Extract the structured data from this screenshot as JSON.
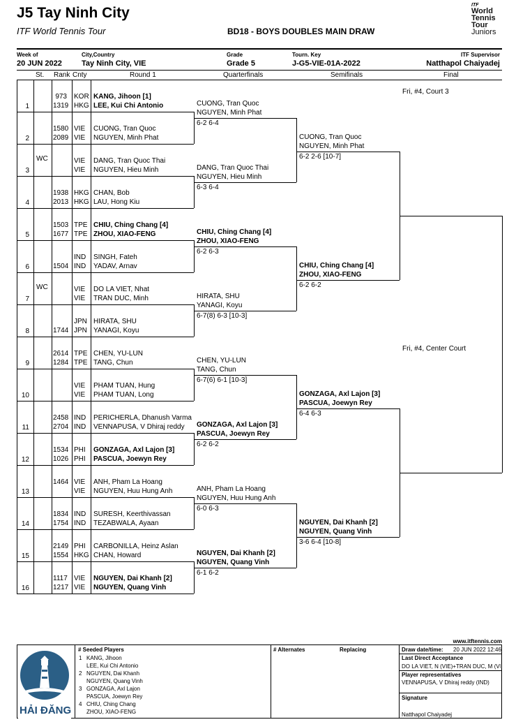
{
  "header": {
    "title": "J5 Tay Ninh City",
    "subtitle": "ITF World Tennis Tour",
    "draw_title": "BD18 - BOYS DOUBLES MAIN DRAW",
    "logo": {
      "sup": "ITF",
      "lines": [
        "World",
        "Tennis",
        "Tour",
        "Juniors"
      ]
    },
    "week_label": "Week of",
    "week_value": "20 JUN 2022",
    "city_label": "City,Country",
    "city_value": "Tay Ninh City, VIE",
    "grade_label": "Grade",
    "grade_value": "Grade 5",
    "tourn_label": "Tourn. Key",
    "tourn_value": "J-G5-VIE-01A-2022",
    "supervisor_label": "ITF Supervisor",
    "supervisor_value": "Natthapol Chaiyadej"
  },
  "columns": {
    "st": "St.",
    "rank": "Rank",
    "cnty": "Cnty",
    "round1": "Round 1",
    "qf": "Quarterfinals",
    "sf": "Semifinals",
    "final": "Final"
  },
  "entries": [
    {
      "num": "1",
      "st": "",
      "p1": {
        "rank": "973",
        "cnty": "KOR",
        "name": "KANG, Jihoon [1]"
      },
      "p2": {
        "rank": "1319",
        "cnty": "HKG",
        "name": "LEE, Kui Chi Antonio"
      },
      "bold": true
    },
    {
      "num": "2",
      "st": "",
      "p1": {
        "rank": "1580",
        "cnty": "VIE",
        "name": "CUONG, Tran Quoc"
      },
      "p2": {
        "rank": "2089",
        "cnty": "VIE",
        "name": "NGUYEN, Minh Phat"
      },
      "bold": false
    },
    {
      "num": "3",
      "st": "WC",
      "p1": {
        "rank": "",
        "cnty": "VIE",
        "name": "DANG, Tran Quoc Thai"
      },
      "p2": {
        "rank": "",
        "cnty": "VIE",
        "name": "NGUYEN, Hieu Minh"
      },
      "bold": false
    },
    {
      "num": "4",
      "st": "",
      "p1": {
        "rank": "1938",
        "cnty": "HKG",
        "name": "CHAN, Bob"
      },
      "p2": {
        "rank": "2013",
        "cnty": "HKG",
        "name": "LAU, Hong Kiu"
      },
      "bold": false
    },
    {
      "num": "5",
      "st": "",
      "p1": {
        "rank": "1503",
        "cnty": "TPE",
        "name": "CHIU, Ching Chang [4]"
      },
      "p2": {
        "rank": "1677",
        "cnty": "TPE",
        "name": "ZHOU, XIAO-FENG"
      },
      "bold": true
    },
    {
      "num": "6",
      "st": "",
      "p1": {
        "rank": "",
        "cnty": "IND",
        "name": "SINGH, Fateh"
      },
      "p2": {
        "rank": "1504",
        "cnty": "IND",
        "name": "YADAV, Arnav"
      },
      "bold": false
    },
    {
      "num": "7",
      "st": "WC",
      "p1": {
        "rank": "",
        "cnty": "VIE",
        "name": "DO LA VIET, Nhat"
      },
      "p2": {
        "rank": "",
        "cnty": "VIE",
        "name": "TRAN DUC, Minh"
      },
      "bold": false
    },
    {
      "num": "8",
      "st": "",
      "p1": {
        "rank": "",
        "cnty": "JPN",
        "name": "HIRATA, SHU"
      },
      "p2": {
        "rank": "1744",
        "cnty": "JPN",
        "name": "YANAGI, Koyu"
      },
      "bold": false
    },
    {
      "num": "9",
      "st": "",
      "p1": {
        "rank": "2614",
        "cnty": "TPE",
        "name": "CHEN, YU-LUN"
      },
      "p2": {
        "rank": "1284",
        "cnty": "TPE",
        "name": "TANG, Chun"
      },
      "bold": false
    },
    {
      "num": "10",
      "st": "",
      "p1": {
        "rank": "",
        "cnty": "VIE",
        "name": "PHAM TUAN, Hung"
      },
      "p2": {
        "rank": "",
        "cnty": "VIE",
        "name": "PHAM TUAN, Long"
      },
      "bold": false
    },
    {
      "num": "11",
      "st": "",
      "p1": {
        "rank": "2458",
        "cnty": "IND",
        "name": "PERICHERLA, Dhanush Varma"
      },
      "p2": {
        "rank": "2704",
        "cnty": "IND",
        "name": "VENNAPUSA, V Dhiraj reddy"
      },
      "bold": false
    },
    {
      "num": "12",
      "st": "",
      "p1": {
        "rank": "1534",
        "cnty": "PHI",
        "name": "GONZAGA, Axl Lajon [3]"
      },
      "p2": {
        "rank": "1026",
        "cnty": "PHI",
        "name": "PASCUA, Joewyn Rey"
      },
      "bold": true
    },
    {
      "num": "13",
      "st": "",
      "p1": {
        "rank": "1464",
        "cnty": "VIE",
        "name": "ANH, Pham La Hoang"
      },
      "p2": {
        "rank": "",
        "cnty": "VIE",
        "name": "NGUYEN, Huu Hung Anh"
      },
      "bold": false
    },
    {
      "num": "14",
      "st": "",
      "p1": {
        "rank": "1834",
        "cnty": "IND",
        "name": "SURESH, Keerthivassan"
      },
      "p2": {
        "rank": "1754",
        "cnty": "IND",
        "name": "TEZABWALA, Ayaan"
      },
      "bold": false
    },
    {
      "num": "15",
      "st": "",
      "p1": {
        "rank": "2149",
        "cnty": "PHI",
        "name": "CARBONILLA, Heinz Aslan"
      },
      "p2": {
        "rank": "1554",
        "cnty": "HKG",
        "name": "CHAN, Howard"
      },
      "bold": false
    },
    {
      "num": "16",
      "st": "",
      "p1": {
        "rank": "1117",
        "cnty": "VIE",
        "name": "NGUYEN, Dai Khanh [2]"
      },
      "p2": {
        "rank": "1217",
        "cnty": "VIE",
        "name": "NGUYEN, Quang Vinh"
      },
      "bold": true
    }
  ],
  "quarterfinals": [
    {
      "a": "CUONG, Tran Quoc",
      "b": "NGUYEN, Minh Phat",
      "score": "6-2 6-4",
      "bold": false
    },
    {
      "a": "DANG, Tran Quoc Thai",
      "b": "NGUYEN, Hieu Minh",
      "score": "6-3 6-4",
      "bold": false
    },
    {
      "a": "CHIU, Ching Chang [4]",
      "b": "ZHOU, XIAO-FENG",
      "score": "6-2 6-3",
      "bold": true
    },
    {
      "a": "HIRATA, SHU",
      "b": "YANAGI, Koyu",
      "score": "6-7(8) 6-3 [10-3]",
      "bold": false
    },
    {
      "a": "CHEN, YU-LUN",
      "b": "TANG, Chun",
      "score": "6-7(6) 6-1 [10-3]",
      "bold": false
    },
    {
      "a": "GONZAGA, Axl Lajon [3]",
      "b": "PASCUA, Joewyn Rey",
      "score": "6-2 6-2",
      "bold": true
    },
    {
      "a": "ANH, Pham La Hoang",
      "b": "NGUYEN, Huu Hung Anh",
      "score": "6-0 6-3",
      "bold": false
    },
    {
      "a": "NGUYEN, Dai Khanh [2]",
      "b": "NGUYEN, Quang Vinh",
      "score": "6-1 6-2",
      "bold": true
    }
  ],
  "semifinals": [
    {
      "a": "CUONG, Tran Quoc",
      "b": "NGUYEN, Minh Phat",
      "score": "6-2 2-6 [10-7]",
      "bold": false
    },
    {
      "a": "CHIU, Ching Chang [4]",
      "b": "ZHOU, XIAO-FENG",
      "score": "6-2 6-2",
      "bold": true
    },
    {
      "a": "GONZAGA, Axl Lajon [3]",
      "b": "PASCUA, Joewyn Rey",
      "score": "6-4 6-3",
      "bold": true
    },
    {
      "a": "NGUYEN, Dai Khanh [2]",
      "b": "NGUYEN, Quang Vinh",
      "score": "3-6 6-4 [10-8]",
      "bold": true
    }
  ],
  "final_schedule": [
    "Fri, #4, Court 3",
    "Fri, #4, Center Court"
  ],
  "footer": {
    "website": "www.itftennis.com",
    "logo_text": "HẢI ĐĂNG",
    "seeded_header": "# Seeded Players",
    "seeded": [
      {
        "num": "1",
        "a": "KANG, Jihoon",
        "b": "LEE, Kui Chi Antonio"
      },
      {
        "num": "2",
        "a": "NGUYEN, Dai Khanh",
        "b": "NGUYEN, Quang Vinh"
      },
      {
        "num": "3",
        "a": "GONZAGA, Axl Lajon",
        "b": "PASCUA, Joewyn Rey"
      },
      {
        "num": "4",
        "a": "CHIU, Ching Chang",
        "b": "ZHOU, XIAO-FENG"
      }
    ],
    "alternates_header": "# Alternates",
    "replacing_header": "Replacing",
    "draw_date_label": "Draw date/time:",
    "draw_date_value": "20 JUN 2022 12:46",
    "lda_label": "Last Direct Acceptance",
    "lda_value": "DO LA VIET, N (VIE)+TRAN DUC, M (VI",
    "reps_label": "Player representatives",
    "reps_value": "VENNAPUSA, V Dhiraj reddy (IND)",
    "signature_label": "Signature",
    "signature_value": "Natthapol Chaiyadej"
  }
}
